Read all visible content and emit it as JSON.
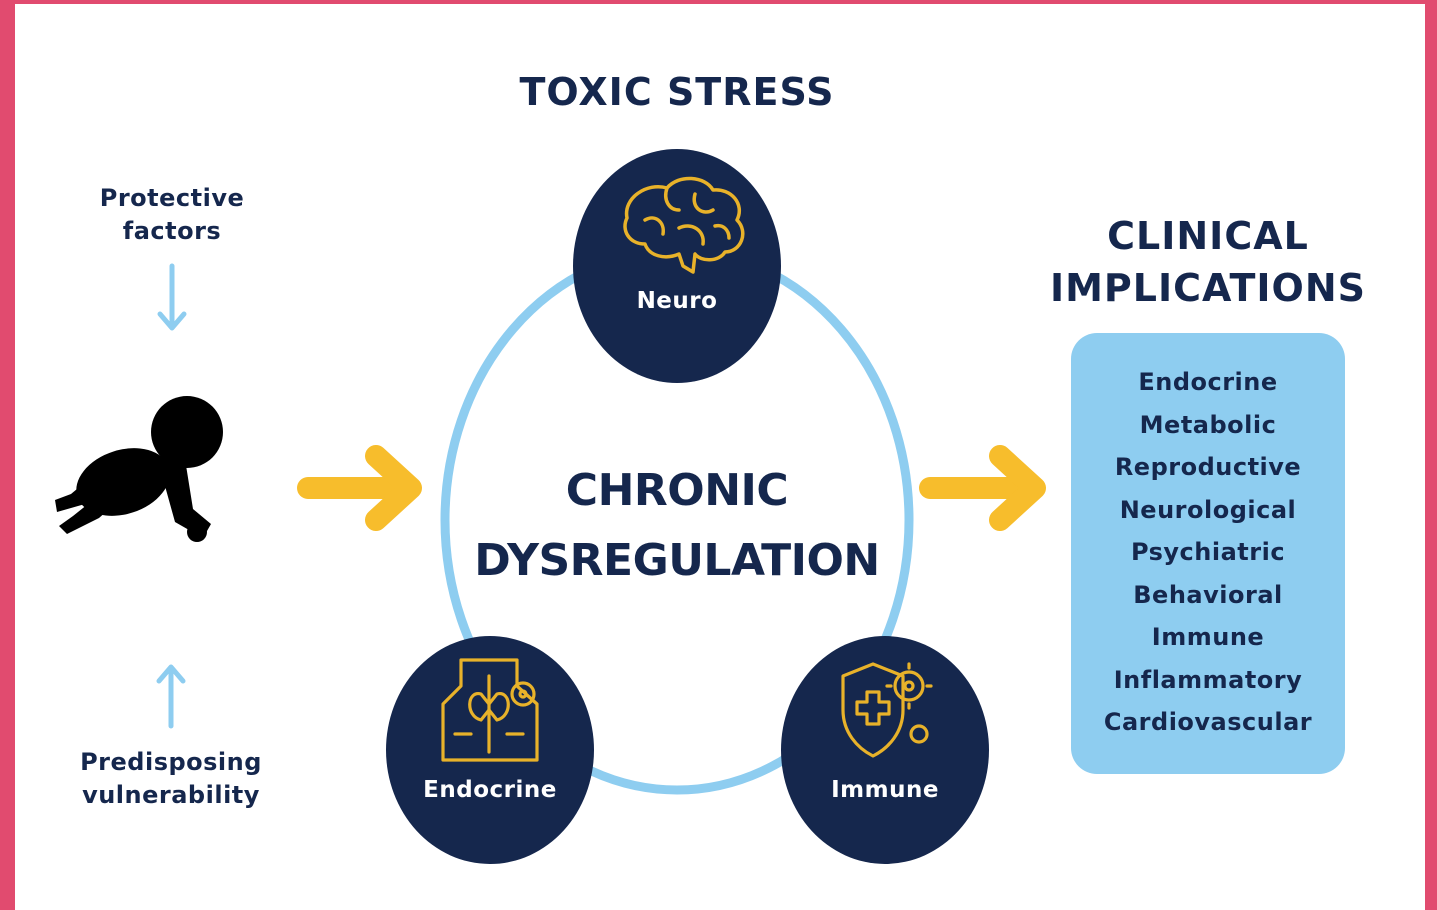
{
  "title": "TOXIC STRESS",
  "left": {
    "top_label": [
      "Protective",
      "factors"
    ],
    "bottom_label": [
      "Predisposing",
      "vulnerability"
    ],
    "figure_icon": "crawling-baby-icon"
  },
  "center": {
    "lines": [
      "CHRONIC",
      "DYSREGULATION"
    ],
    "nodes": [
      {
        "label": "Neuro",
        "icon": "brain-icon"
      },
      {
        "label": "Endocrine",
        "icon": "thyroid-gland-icon"
      },
      {
        "label": "Immune",
        "icon": "shield-virus-icon"
      }
    ]
  },
  "right": {
    "heading": [
      "CLINICAL",
      "IMPLICATIONS"
    ],
    "items": [
      "Endocrine",
      "Metabolic",
      "Reproductive",
      "Neurological",
      "Psychiatric",
      "Behavioral",
      "Immune",
      "Inflammatory",
      "Cardiovascular"
    ]
  },
  "colors": {
    "navy": "#15274d",
    "light_blue": "#8ecdf0",
    "arrow_yellow": "#f7bd2c",
    "frame_pink": "#e14b6f",
    "icon_gold": "#e8b22a"
  }
}
